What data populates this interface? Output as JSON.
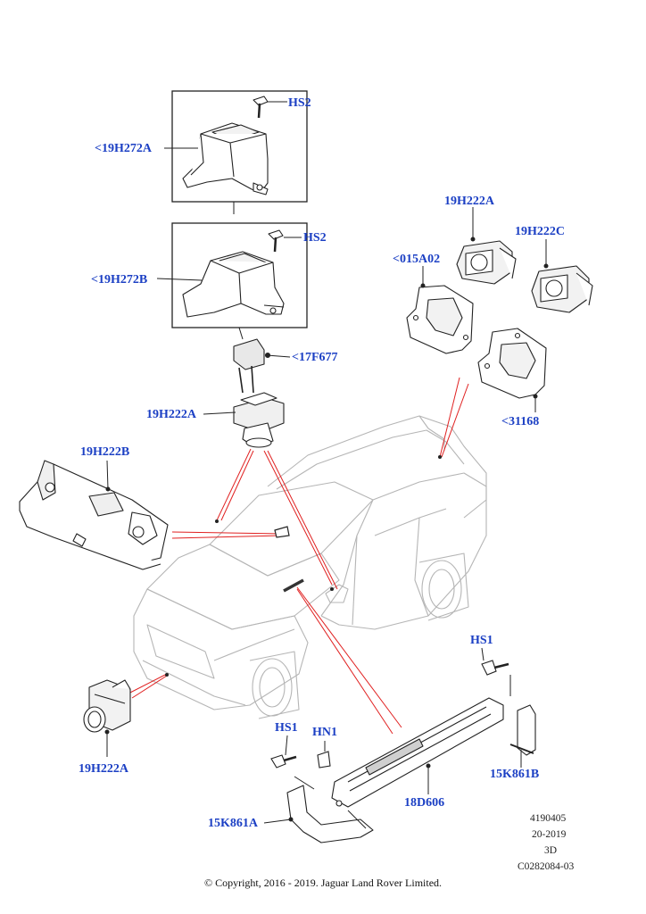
{
  "callouts": {
    "hs2_top": "HS2",
    "c19h272a": "<19H272A",
    "hs2_mid": "HS2",
    "c19h272b": "<19H272B",
    "c17f677": "<17F677",
    "c19h222a_center": "19H222A",
    "c19h222b": "19H222B",
    "c19h222a_top": "19H222A",
    "c19h222c": "19H222C",
    "c015a02": "<015A02",
    "c31168": "<31168",
    "hs1_right": "HS1",
    "hs1_bottom": "HS1",
    "hn1": "HN1",
    "c15k861b": "15K861B",
    "c18d606": "18D606",
    "c15k861a": "15K861A",
    "c19h222a_bottom": "19H222A"
  },
  "footer": {
    "ref1": "4190405",
    "ref2": "20-2019",
    "ref3": "3D",
    "ref4": "C0282084-03",
    "copyright": "© Copyright, 2016 - 2019. Jaguar Land Rover Limited."
  },
  "colors": {
    "callout": "#1b3fc4",
    "leader": "#e02020",
    "line": "#222222",
    "ghost": "#b5b5b5"
  }
}
